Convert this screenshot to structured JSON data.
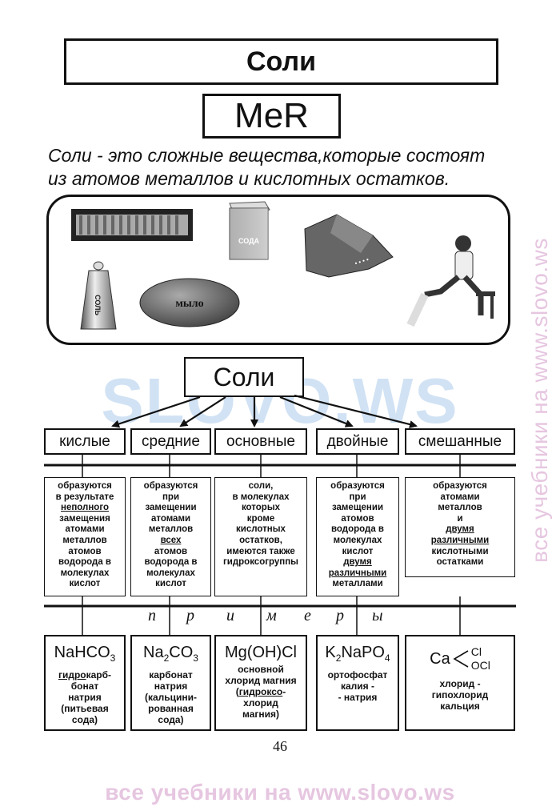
{
  "title": "Соли",
  "formula": "MeR",
  "definition_lines": [
    "Соли - это сложные вещества,которые состоят",
    "из атомов металлов и кислотных остатков."
  ],
  "image_labels": {
    "soda": "СОДА",
    "salt": "СОЛЬ",
    "soap": "мыло"
  },
  "diagram": {
    "root": "Соли",
    "types": [
      "кислые",
      "средние",
      "основные",
      "двойные",
      "смешанные"
    ],
    "descriptions": [
      {
        "l1": "образуются",
        "l2": "в результате",
        "l3": "неполного",
        "l4": "замещения",
        "l5": "атомами",
        "l6": "металлов",
        "l7": "атомов",
        "l8": "водорода в",
        "l9": "молекулах",
        "l10": "кислот"
      },
      {
        "l1": "образуются",
        "l2": "при",
        "l3": "замещении",
        "l4": "атомами",
        "l5": "металлов",
        "l6": "всех",
        "l7": "атомов",
        "l8": "водорода в",
        "l9": "молекулах",
        "l10": "кислот"
      },
      {
        "l1": "соли,",
        "l2": "в молекулах",
        "l3": "которых",
        "l4": "кроме",
        "l5": "кислотных",
        "l6": "остатков,",
        "l7": "имеются также",
        "l8": "гидроксогруппы"
      },
      {
        "l1": "образуются",
        "l2": "при",
        "l3": "замещении",
        "l4": "атомов",
        "l5": "водорода в",
        "l6": "молекулах",
        "l7": "кислот",
        "l8": "двумя",
        "l9": "различными",
        "l10": "металлами"
      },
      {
        "l1": "образуются",
        "l2": "атомами",
        "l3": "металлов",
        "l4": "и",
        "l5": "двумя",
        "l6": "различными",
        "l7": "кислотными",
        "l8": "остатками"
      }
    ],
    "examples_word_letters": [
      "п",
      "р",
      "и",
      "м",
      "е",
      "р",
      "ы"
    ],
    "examples": [
      {
        "f1": "NaHCO",
        "s1": "3",
        "l1a": "гидро",
        "l1b": "карб-",
        "l2": "бонат",
        "l3": "натрия",
        "l4": "(питьевая",
        "l5": "сода)"
      },
      {
        "f1": "Na",
        "s1": "2",
        "f2": "CO",
        "s2": "3",
        "l1": "карбонат",
        "l2": "натрия",
        "l3": "(кальцини-",
        "l4": "рованная",
        "l5": "сода)"
      },
      {
        "f1": "Mg(OH)Cl",
        "l1": "основной",
        "l2": "хлорид магния",
        "l3a": "(",
        "l3b": "гидроксо",
        "l3c": "-",
        "l4": "хлорид",
        "l5": "магния)"
      },
      {
        "f1": "K",
        "s1": "2",
        "f2": "NaPO",
        "s2": "4",
        "l1": "ортофосфат",
        "l2": "калия -",
        "l3": "- натрия"
      },
      {
        "f1": "Ca",
        "f_top": "Cl",
        "f_bottom": "OCl",
        "l1": "хлорид -",
        "l2": "гипохлорид",
        "l3": "кальция"
      }
    ]
  },
  "page_number": "46",
  "watermark_center": "SLOVO.WS",
  "watermark_side": "все учебники на www.slovo.ws",
  "watermark_bottom": "все учебники на www.slovo.ws"
}
